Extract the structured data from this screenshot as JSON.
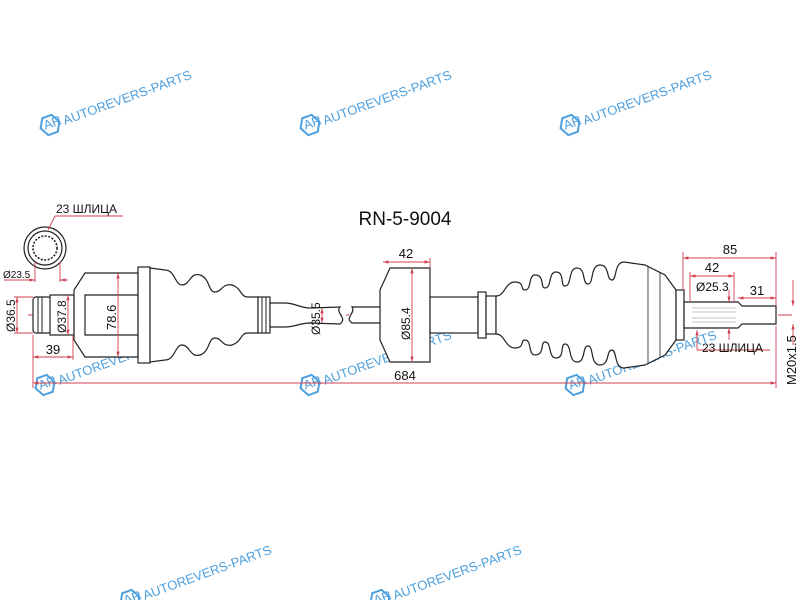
{
  "title": "RN-5-9004",
  "watermark": "AUTOREVERS-PARTS",
  "watermark_logo": "AR",
  "colors": {
    "dimension": "#d04050",
    "watermark": "#2f8fd8",
    "outline": "#222222"
  },
  "labels": {
    "left_splines": "23 ШЛИЦА",
    "right_splines": "23 ШЛИЦА",
    "left_spline_dia": "Ø23.5",
    "left_stub_dia": "Ø36.5",
    "left_neck_dia": "Ø37.8",
    "left_housing_dia": "78.6",
    "left_stub_len": "39",
    "shaft_dia": "Ø35.5",
    "right_housing_dia": "Ø85.4",
    "right_housing_len": "42",
    "total_len": "684",
    "right_stub_len": "85",
    "right_spline_len": "42",
    "right_spline_dia": "Ø25.3",
    "thread_len": "31",
    "thread": "M20x1.5"
  }
}
